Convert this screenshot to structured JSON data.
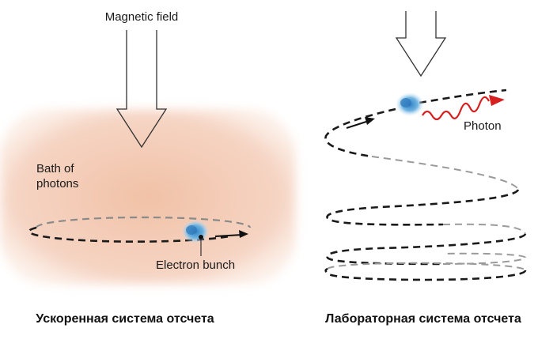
{
  "left_panel": {
    "field_label": "Magnetic field",
    "bath_label_line1": "Bath of",
    "bath_label_line2": "photons",
    "bunch_label": "Electron bunch",
    "caption": "Ускоренная система отсчета"
  },
  "right_panel": {
    "photon_label": "Photon",
    "caption": "Лабораторная система отсчета"
  },
  "colors": {
    "bath": "#f3c6ad",
    "orbit_dark": "#1a1a1a",
    "orbit_light": "#9a9a9a",
    "electron": "#5aa6d8",
    "photon": "#d62020"
  }
}
